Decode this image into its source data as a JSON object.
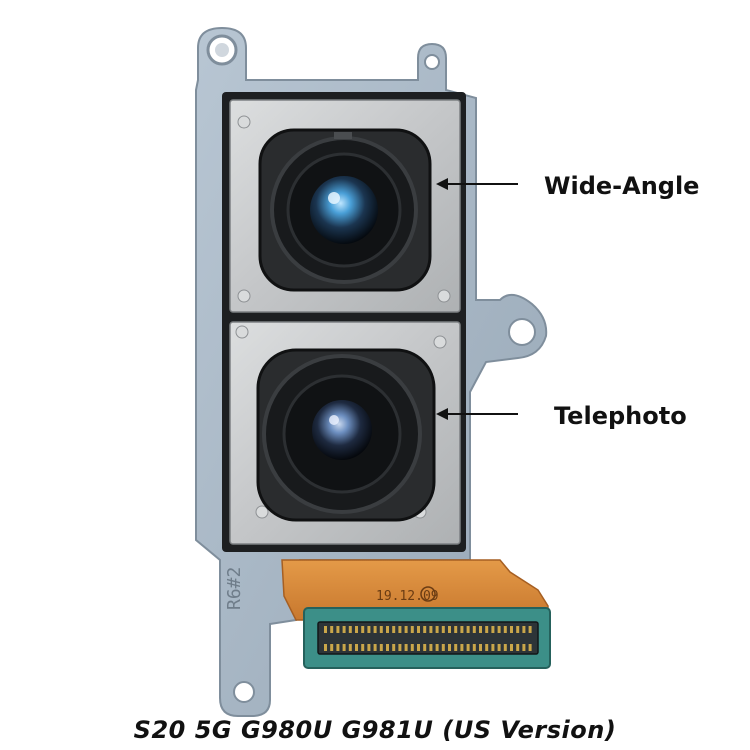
{
  "callouts": {
    "wide_angle": "Wide-Angle",
    "telephoto": "Telephoto"
  },
  "caption": "S20 5G G980U G981U (US Version)",
  "part_markings": {
    "bracket_code": "R6#2",
    "flex_date": "19.12.09"
  },
  "colors": {
    "bracket": "#a9b8c6",
    "module_casing": "#c9cbcd",
    "flex_cable": "#d98a3a",
    "connector_board": "#3c8f88"
  }
}
